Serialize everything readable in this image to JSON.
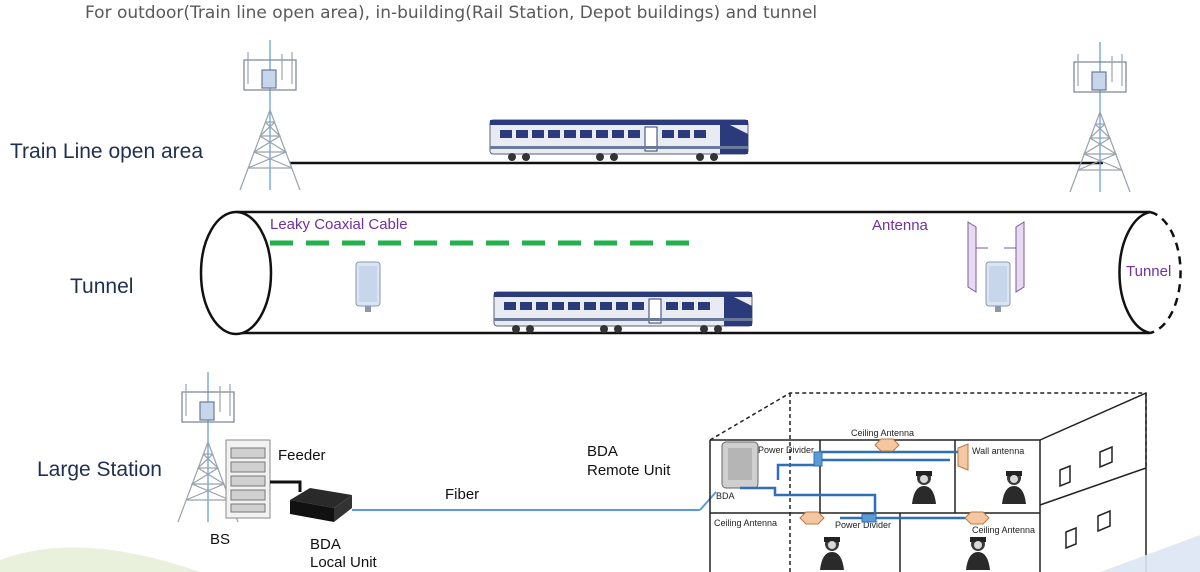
{
  "subtitle": "For outdoor(Train line open area), in-building(Rail Station, Depot buildings) and tunnel",
  "sections": {
    "open_area": "Train Line open area",
    "tunnel": "Tunnel",
    "station": "Large Station"
  },
  "tunnel_labels": {
    "leaky_cable": "Leaky Coaxial Cable",
    "antenna": "Antenna",
    "tunnel_end": "Tunnel"
  },
  "station_labels": {
    "bs": "BS",
    "feeder": "Feeder",
    "bda_local_line1": "BDA",
    "bda_local_line2": "Local Unit",
    "fiber": "Fiber",
    "bda_remote_line1": "BDA",
    "bda_remote_line2": "Remote Unit"
  },
  "building_labels": {
    "ceiling_antenna_top": "Ceiling Antenna",
    "power_divider_top": "Power Divider",
    "wall_antenna": "Wall antenna",
    "bda": "BDA",
    "ceiling_antenna_left": "Ceiling Antenna",
    "power_divider_bottom": "Power Divider",
    "ceiling_antenna_right": "Ceiling Antenna"
  },
  "colors": {
    "leaky_cable": "#22b14c",
    "fiber": "#5b9bd5",
    "label_purple": "#7030a0",
    "section_text": "#1f2f4f",
    "train_body": "#e8ebf2",
    "train_stripe": "#2b3a7a"
  }
}
